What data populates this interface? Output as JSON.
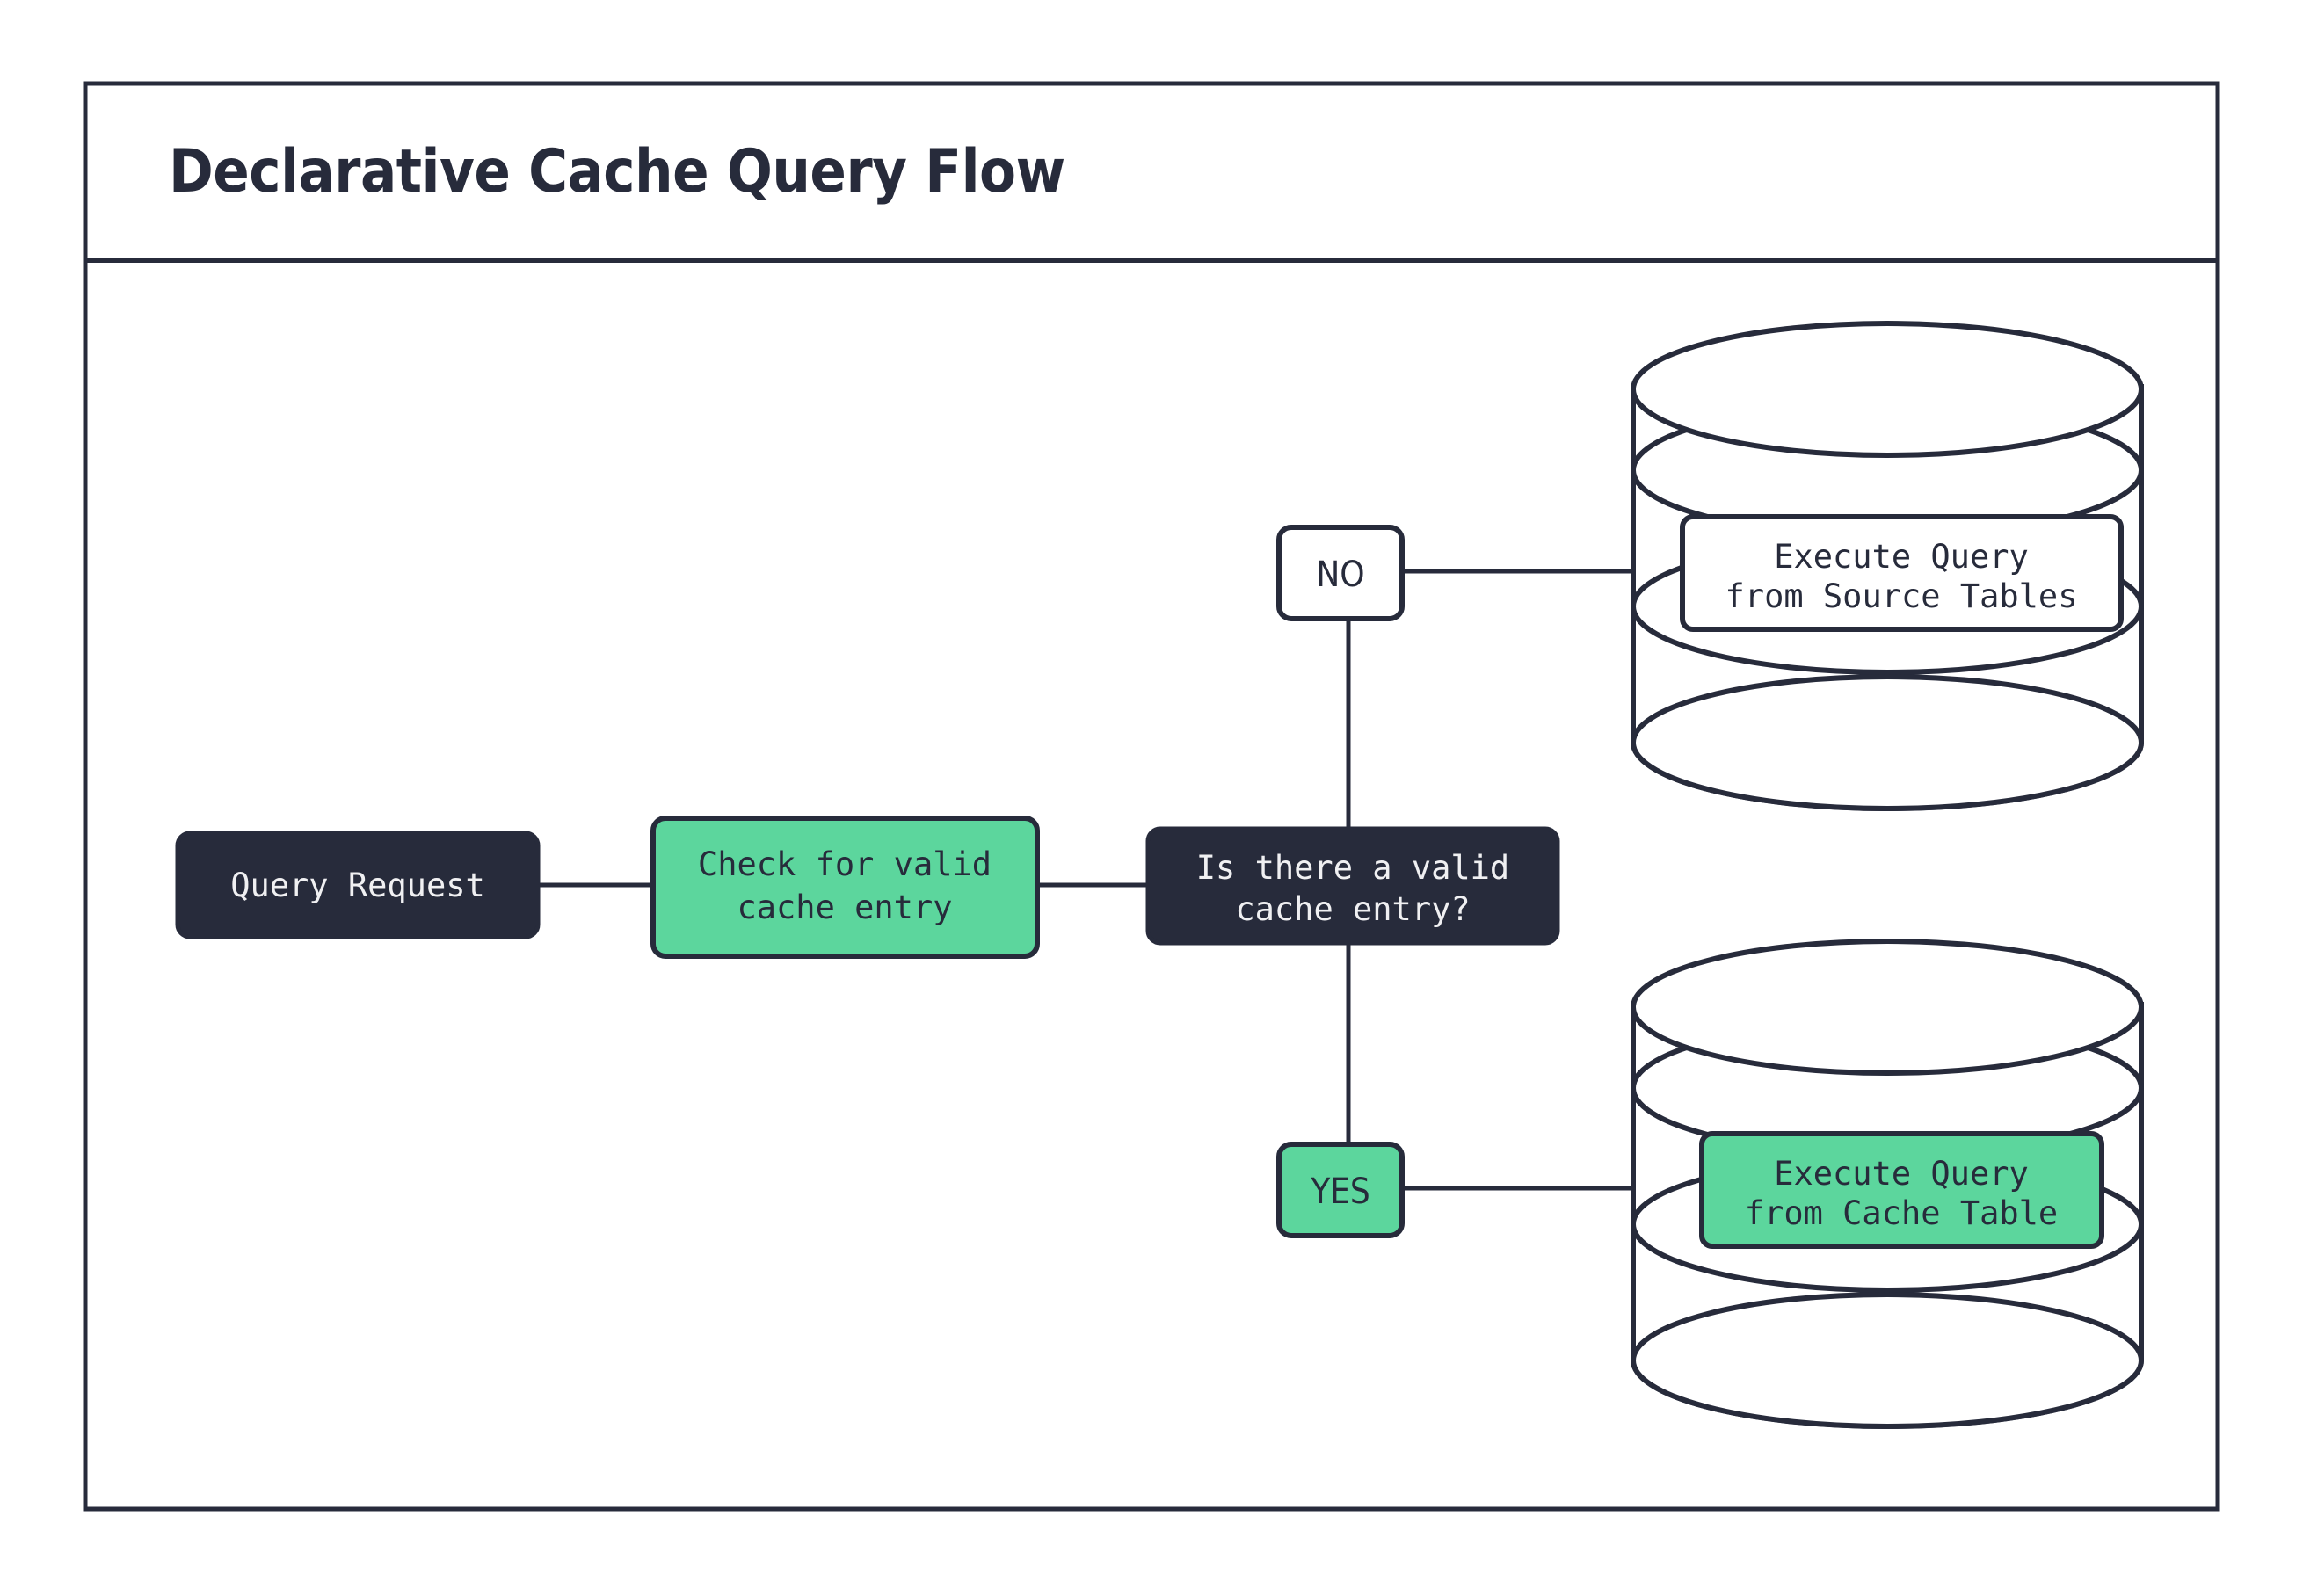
{
  "diagram": {
    "title": "Declarative Cache Query Flow",
    "colors": {
      "dark": "#272B3B",
      "green": "#5CD69D",
      "white": "#FFFFFF",
      "page_background": "#FFFFFF"
    },
    "nodes": {
      "query_request": {
        "label": "Query Request",
        "style": "dark-fill"
      },
      "check_cache": {
        "line1": "Check for valid",
        "line2": "cache entry",
        "style": "green-fill"
      },
      "decision": {
        "line1": "Is there a valid",
        "line2": "cache entry?",
        "style": "dark-fill"
      },
      "source_db_label": {
        "line1": "Execute Query",
        "line2": "from Source Tables",
        "style": "white-fill"
      },
      "cache_db_label": {
        "line1": "Execute Query",
        "line2": "from Cache Table",
        "style": "green-fill"
      }
    },
    "branches": {
      "no": {
        "label": "NO",
        "style": "white-fill"
      },
      "yes": {
        "label": "YES",
        "style": "green-fill"
      }
    },
    "shapes": {
      "source_database": "database-cylinder-icon",
      "cache_database": "database-cylinder-icon"
    },
    "flow_edges": [
      {
        "from": "Query Request",
        "to": "Check for valid cache entry"
      },
      {
        "from": "Check for valid cache entry",
        "to": "Is there a valid cache entry?"
      },
      {
        "from": "Is there a valid cache entry?",
        "to": "NO"
      },
      {
        "from": "NO",
        "to": "Execute Query from Source Tables"
      },
      {
        "from": "Is there a valid cache entry?",
        "to": "YES"
      },
      {
        "from": "YES",
        "to": "Execute Query from Cache Table"
      }
    ]
  }
}
